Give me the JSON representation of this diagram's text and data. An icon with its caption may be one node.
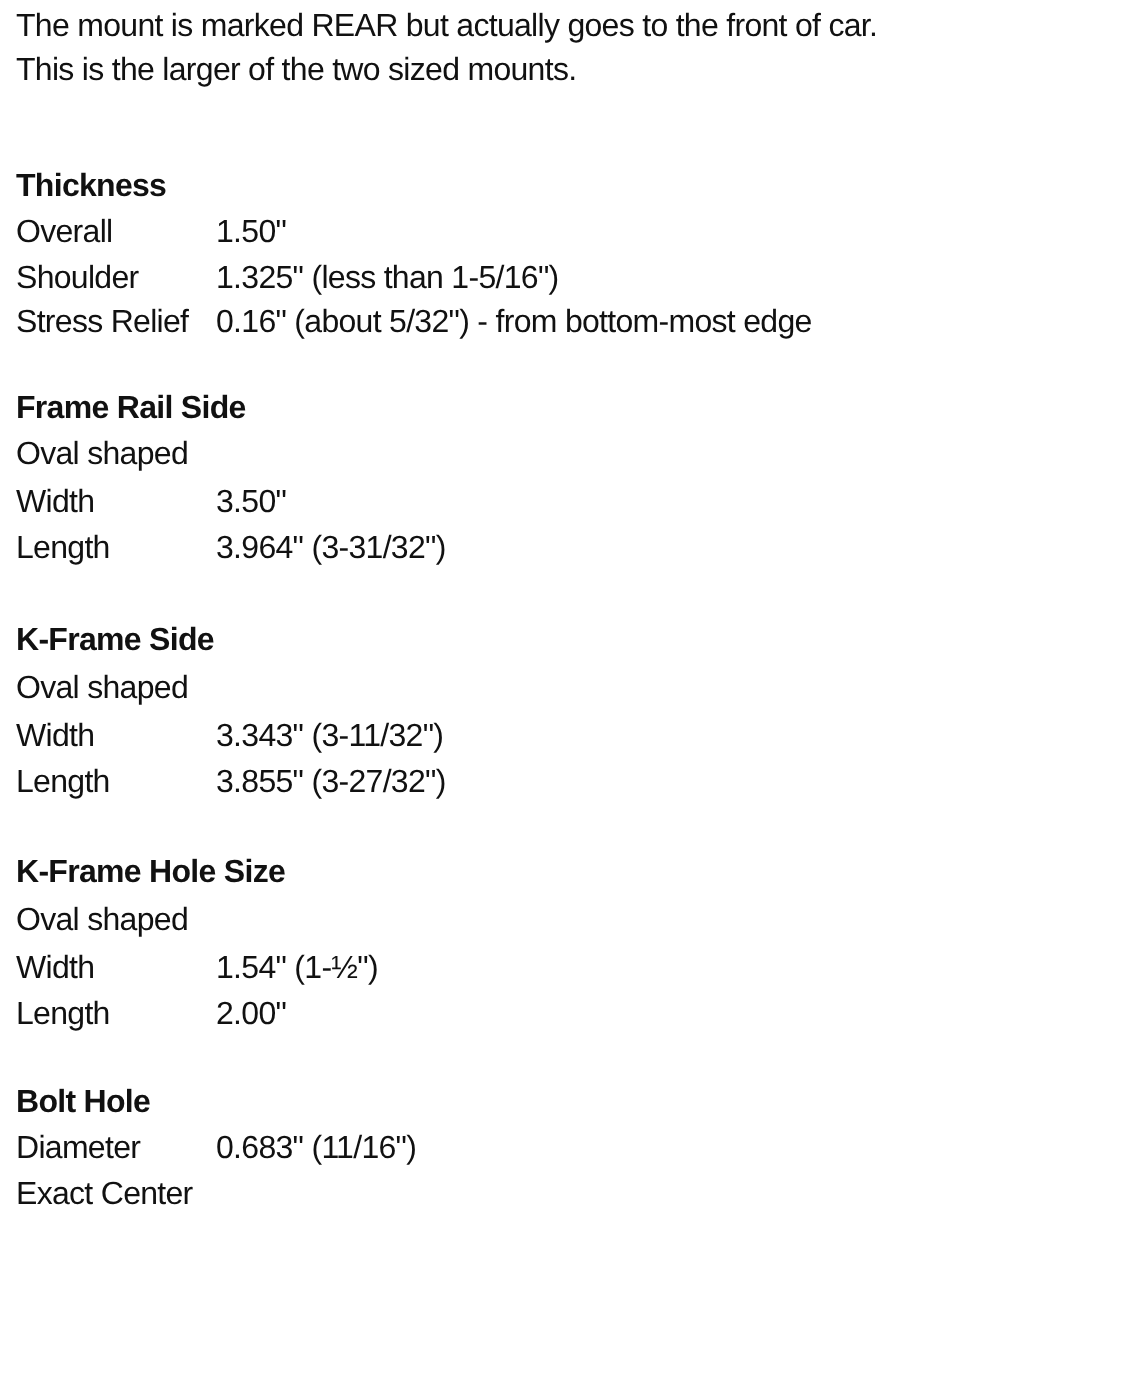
{
  "diagram": {
    "labels": [
      "The mount is marked REAR but actually goes to the front of car.",
      "This is the larger of the two sized mounts.",
      "Thickness",
      "Overall",
      "1.50\"",
      "Shoulder",
      "1.325\" (less than 1-5/16\")",
      "Stress Relief",
      "0.16\" (about 5/32\") - from bottom-most edge",
      "Frame Rail Side",
      "Oval shaped",
      "Width",
      "3.50\"",
      "Length",
      "3.964\" (3-31/32\")",
      "K-Frame Side",
      "Oval shaped",
      "Width",
      "3.343\" (3-11/32\")",
      "Length",
      "3.855\" (3-27/32\")",
      "K-Frame Hole Size",
      "Oval shaped",
      "Width",
      "1.54\" (1-½\")",
      "Length",
      "2.00\"",
      "Bolt Hole",
      "Diameter",
      "0.683\" (11/16\")",
      "Exact Center"
    ]
  }
}
